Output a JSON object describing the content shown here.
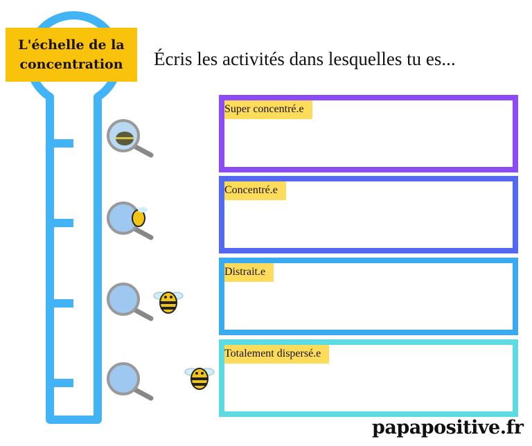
{
  "scale_title": [
    "L'échelle de la",
    "concentration"
  ],
  "heading": "Écris les activités dans lesquelles tu es...",
  "levels": [
    {
      "label": "Super concentré.e",
      "color": "#8b4cf6"
    },
    {
      "label": "Concentré.e",
      "color": "#5468f0"
    },
    {
      "label": "Distrait.e",
      "color": "#3aaaf0"
    },
    {
      "label": "Totalement dispersé.e",
      "color": "#5ddbe0"
    }
  ],
  "colors": {
    "thermometer": "#42b4f5",
    "title_bg": "#f9c20b",
    "label_bg": "#fddc5c"
  },
  "footer": "papapositive.fr"
}
